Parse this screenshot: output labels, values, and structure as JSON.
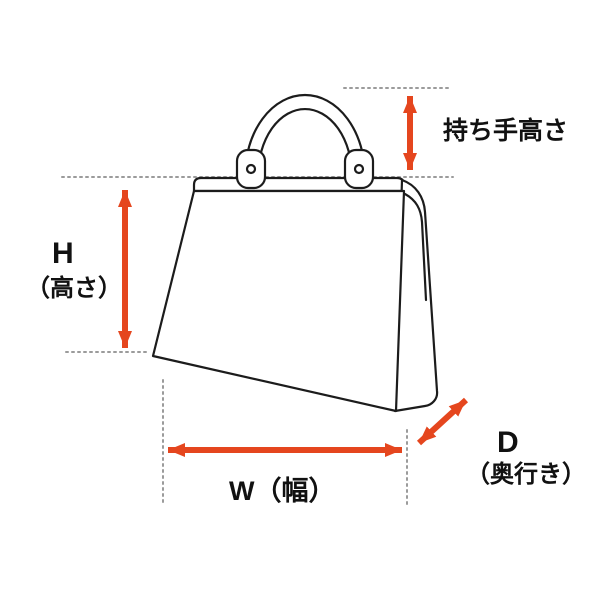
{
  "page": {
    "background": "#ffffff"
  },
  "diagram": {
    "arrow_color": "#e5461e",
    "line_color": "#1c1c1c",
    "dotted_color": "#9b9b9b",
    "text_color": "#111111",
    "labels": {
      "handle_height": "持ち手高さ",
      "height_letter": "H",
      "height_name": "（高さ）",
      "width": "W（幅）",
      "depth_letter": "D",
      "depth_name": "（奥行き）"
    }
  }
}
